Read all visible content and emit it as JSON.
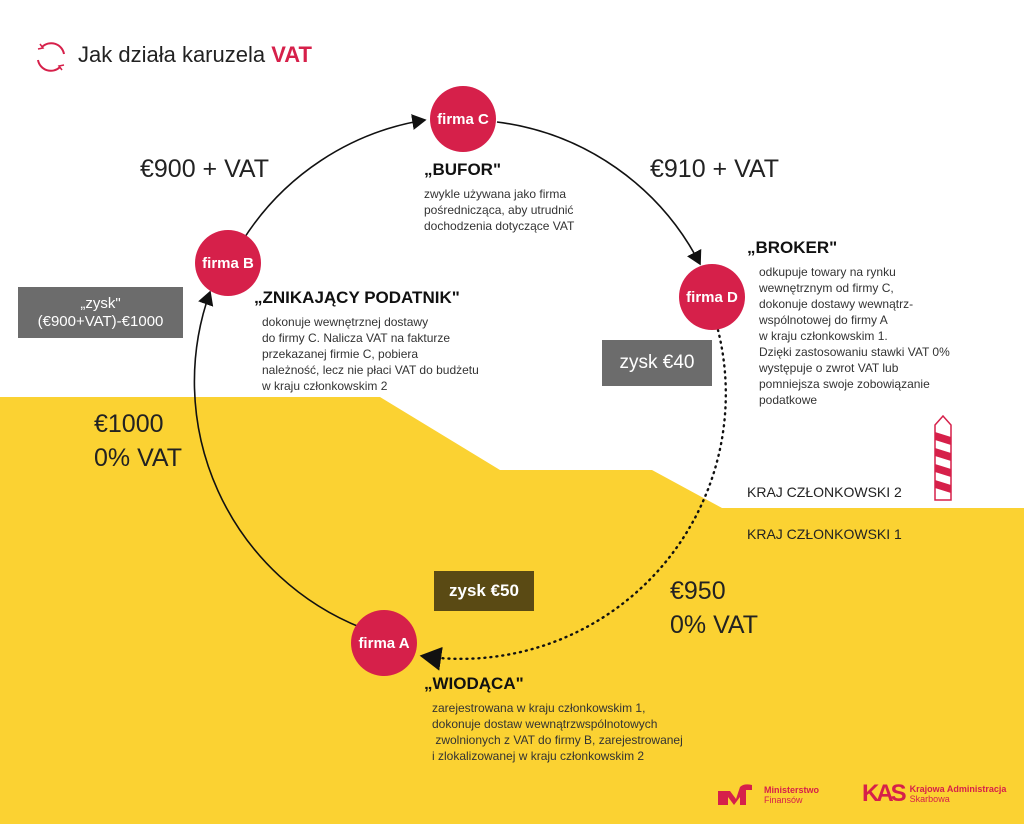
{
  "title": {
    "prefix": "Jak działa karuzela ",
    "accent": "VAT"
  },
  "firms": {
    "a": "firma A",
    "b": "firma B",
    "c": "firma C",
    "d": "firma D"
  },
  "prices": {
    "b_to_c": "€900 + VAT",
    "c_to_d": "€910 + VAT",
    "a_to_b_1": "€1000",
    "a_to_b_2": "0% VAT",
    "d_to_a_1": "€950",
    "d_to_a_2": "0% VAT"
  },
  "roles": {
    "c": {
      "name": "„BUFOR\"",
      "lines": [
        "zwykle używana jako firma",
        "pośrednicząca, aby utrudnić",
        "dochodzenia dotyczące VAT"
      ]
    },
    "d": {
      "name": "„BROKER\"",
      "lines": [
        "odkupuje towary na rynku",
        "wewnętrznym od firmy C,",
        "dokonuje dostawy wewnątrz-",
        "wspólnotowej do firmy A",
        "w kraju członkowskim 1.",
        "Dzięki zastosowaniu stawki VAT 0%",
        "występuje o zwrot VAT lub",
        "pomniejsza swoje zobowiązanie",
        "podatkowe"
      ]
    },
    "b": {
      "name": "„ZNIKAJĄCY PODATNIK\"",
      "lines": [
        "dokonuje wewnętrznej dostawy",
        "do firmy C. Nalicza VAT na fakturze",
        "przekazanej firmie C, pobiera",
        "należność, lecz nie płaci VAT do budżetu",
        "w kraju członkowskim 2"
      ]
    },
    "a": {
      "name": "„WIODĄCA\"",
      "lines": [
        "zarejestrowana w kraju członkowskim 1,",
        "dokonuje dostaw wewnątrzwspólnotowych",
        " zwolnionych z VAT do firmy B, zarejestrowanej",
        "i zlokalizowanej w kraju członkowskim 2"
      ]
    }
  },
  "profits": {
    "b_1": "„zysk\"",
    "b_2": "(€900+VAT)-€1000",
    "d": "zysk €40",
    "a": "zysk €50"
  },
  "countries": {
    "c2": "KRAJ CZŁONKOWSKI 2",
    "c1": "KRAJ CZŁONKOWSKI 1"
  },
  "logos": {
    "mf_1": "Ministerstwo",
    "mf_2": "Finansów",
    "kas_1": "Krajowa Administracja",
    "kas_2": "Skarbowa"
  },
  "colors": {
    "accent": "#d6204a",
    "yellow": "#fbd232",
    "gray": "#6c6c6c",
    "olive": "#5a4a14"
  }
}
